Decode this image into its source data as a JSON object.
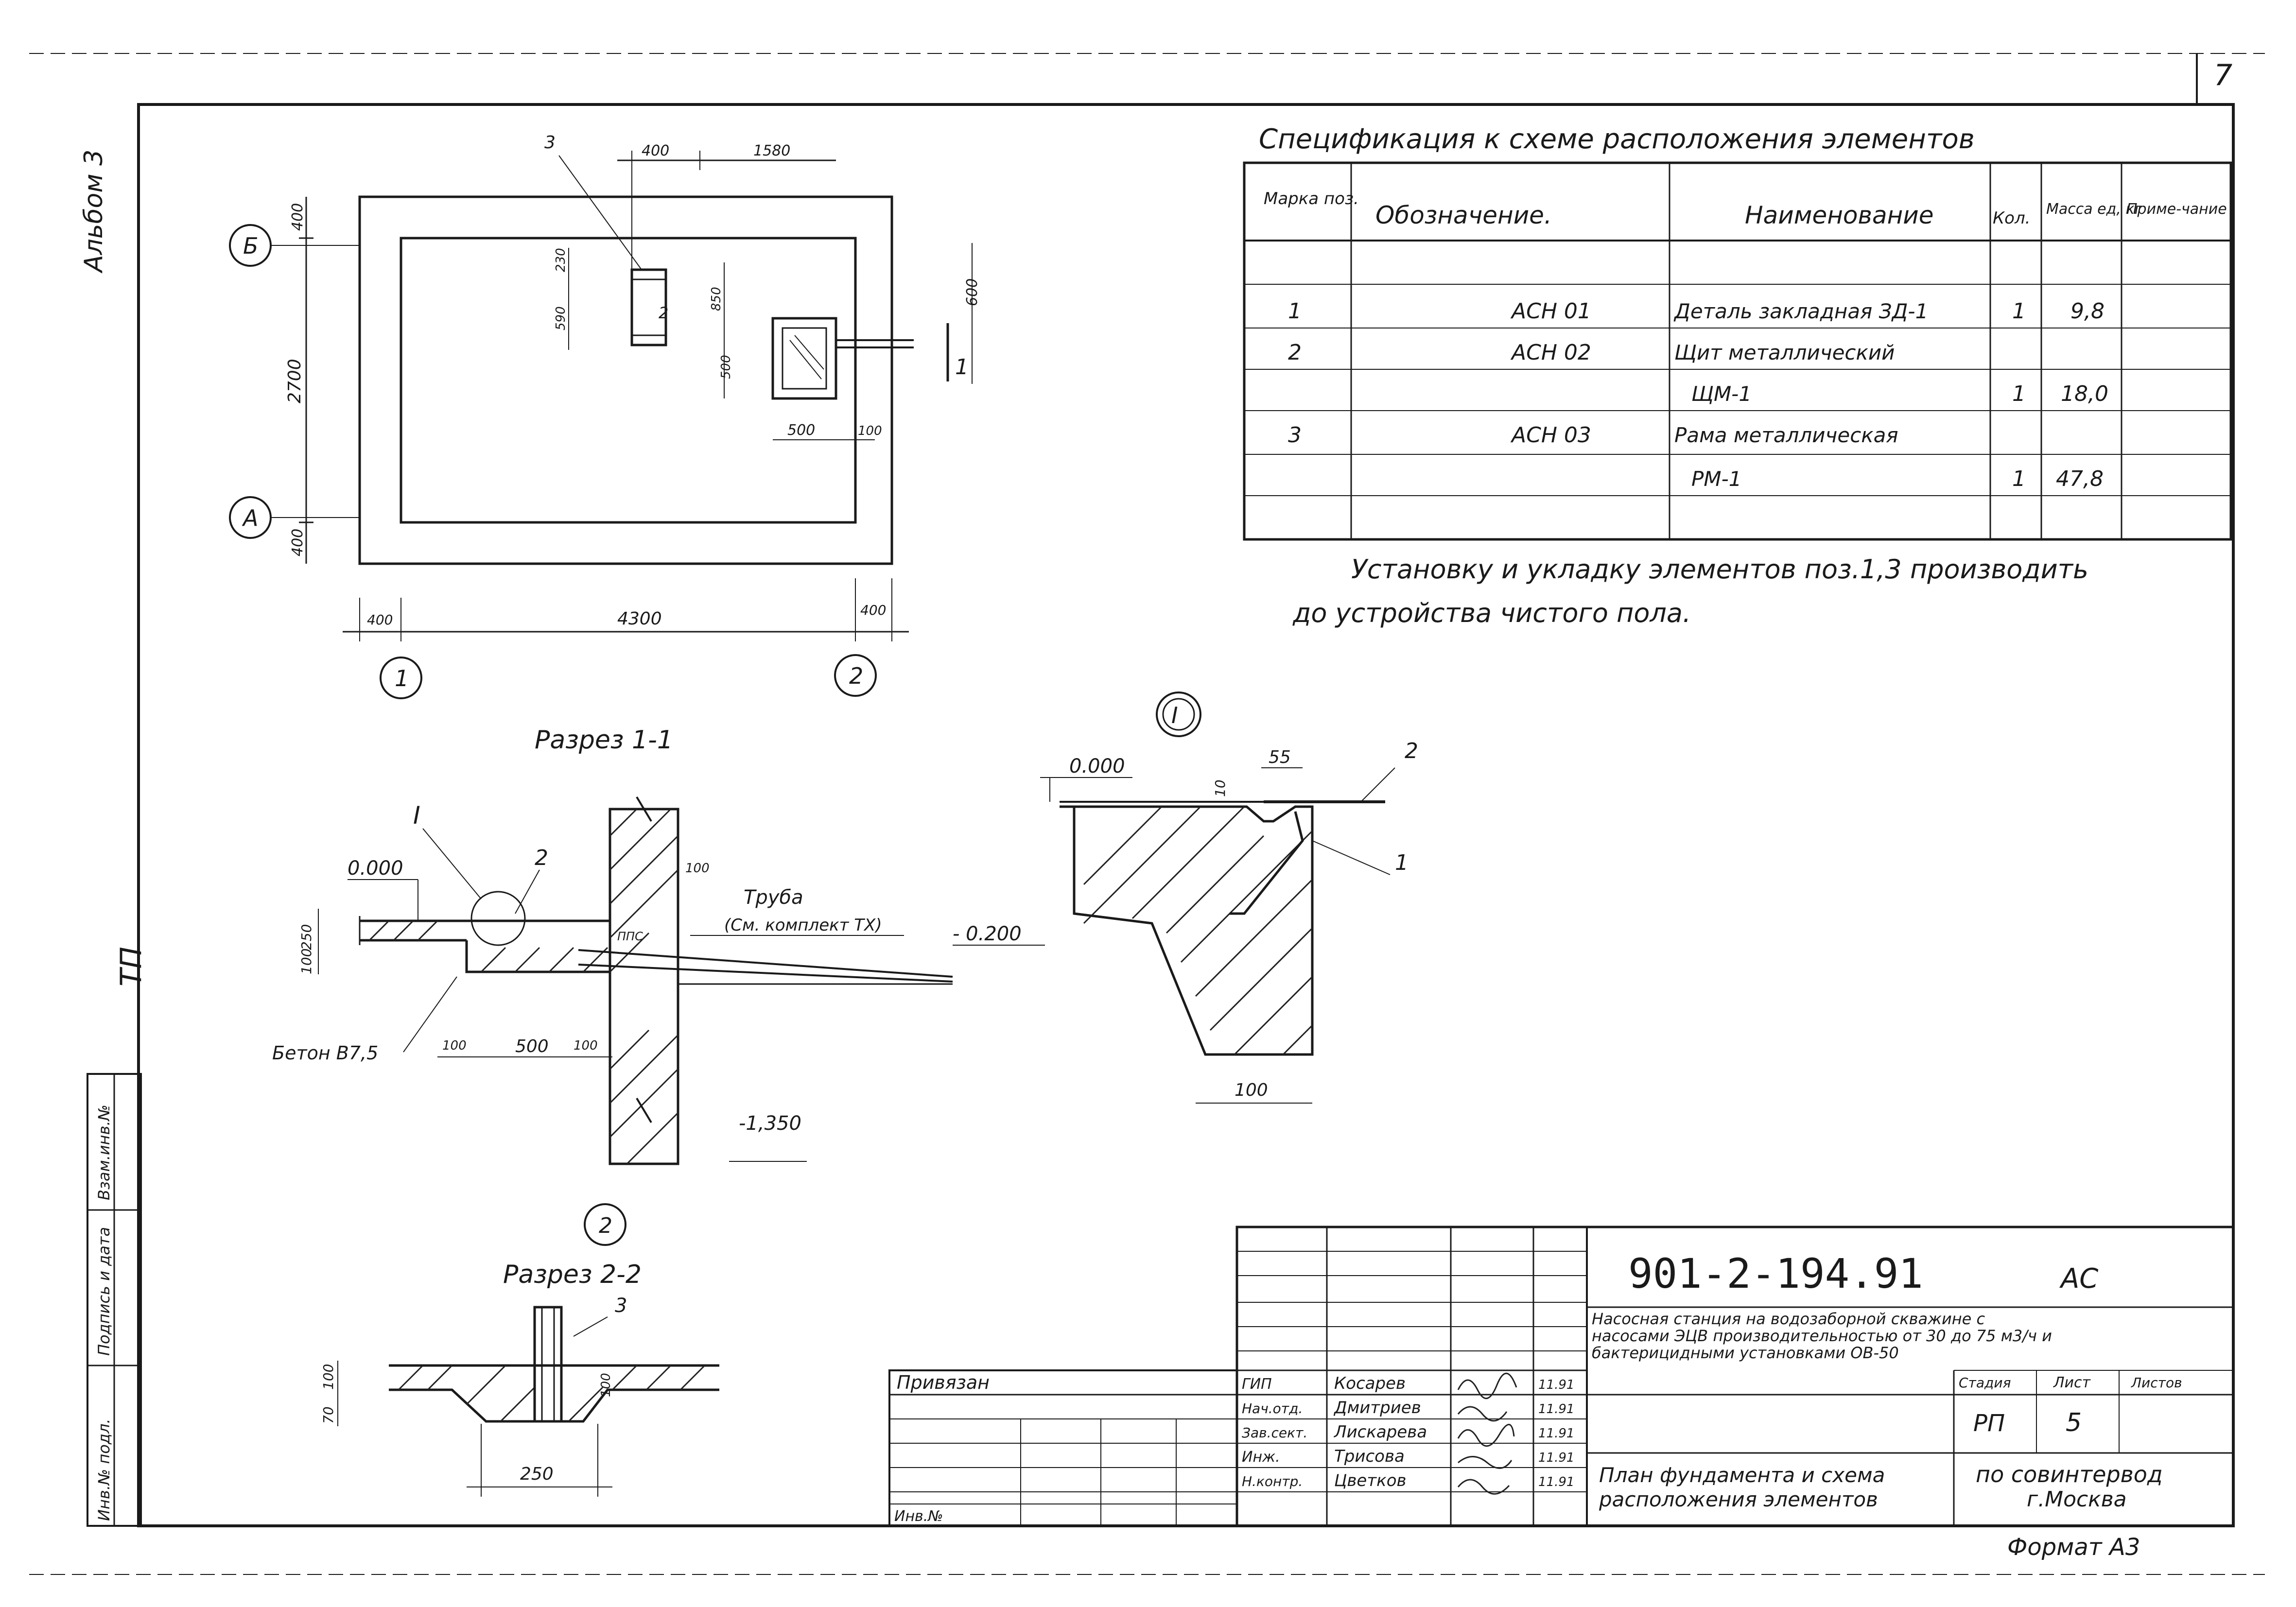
{
  "sheet": {
    "page_number": "7",
    "album_label": "Альбом 3",
    "series_label": "ТП",
    "format_label": "Формат А3"
  },
  "plan": {
    "axis_a": "А",
    "axis_b": "Б",
    "axis_1": "1",
    "axis_2": "2",
    "dim_400_top": "400",
    "dim_1580": "1580",
    "dim_400_left_top": "400",
    "dim_400_left_bottom": "400",
    "dim_2700": "2700",
    "dim_230": "230",
    "dim_590": "590",
    "dim_850": "850",
    "dim_600": "600",
    "dim_500_inner": "500",
    "dim_500_bottom": "500",
    "dim_100": "100",
    "dim_400_bl": "400",
    "dim_4300": "4300",
    "dim_400_br": "400",
    "mark_3": "3",
    "mark_2": "2",
    "section_mark": "1"
  },
  "spec": {
    "title": "Спецификация к схеме расположения элементов",
    "headers": {
      "pos": "Марка поз.",
      "designation": "Обозначение.",
      "name": "Наименование",
      "qty": "Кол.",
      "mass": "Масса ед, кг",
      "note": "Приме-чание"
    },
    "rows": [
      {
        "pos": "1",
        "designation": "АСН 01",
        "name": "Деталь закладная ЗД-1",
        "qty": "1",
        "mass": "9,8"
      },
      {
        "pos": "2",
        "designation": "АСН 02",
        "name": "Щит металлический",
        "qty": "",
        "mass": ""
      },
      {
        "pos": "",
        "designation": "",
        "name": "ЩМ-1",
        "qty": "1",
        "mass": "18,0"
      },
      {
        "pos": "3",
        "designation": "АСН 03",
        "name": "Рама металлическая",
        "qty": "",
        "mass": ""
      },
      {
        "pos": "",
        "designation": "",
        "name": "РМ-1",
        "qty": "1",
        "mass": "47,8"
      }
    ],
    "note_line1": "Установку и укладку элементов поз.1,3 производить",
    "note_line2": "до устройства чистого пола."
  },
  "section11": {
    "title": "Разрез 1-1",
    "callout": "I",
    "level_0": "0.000",
    "mark_2": "2",
    "dim_100_top": "100",
    "pipe_label": "Труба",
    "pipe_ref": "(См. комплект ТХ)",
    "level_m0200": "- 0.200",
    "dim_250": "250",
    "dim_100_left": "100",
    "concrete_label": "Бетон В7,5",
    "dim_100_a": "100",
    "dim_500": "500",
    "dim_100_b": "100",
    "level_m1350": "-1,350",
    "pps_label": "ППС"
  },
  "detail1": {
    "callout": "I",
    "level_0": "0.000",
    "dim_10": "10",
    "dim_55": "55",
    "mark_2": "2",
    "mark_1": "1",
    "dim_100": "100"
  },
  "section22": {
    "callout": "2",
    "title": "Разрез 2-2",
    "mark_3": "3",
    "dim_100": "100",
    "dim_70": "70",
    "dim_100_right": "100",
    "dim_250": "250"
  },
  "stamp": {
    "code": "901-2-194.91",
    "stage_code": "АС",
    "desc_line1": "Насосная станция на водозаборной скважине с",
    "desc_line2": "насосами ЭЦВ производительностью от 30 до 75 м3/ч и",
    "desc_line3": "бактерицидными установками ОВ-50",
    "attached": "Привязан",
    "inv": "Инв.№",
    "col_status": "Стадия",
    "col_sheet": "Лист",
    "col_sheets": "Листов",
    "status_val": "РП",
    "sheet_val": "5",
    "sheet_title_line1": "План фундамента и схема",
    "sheet_title_line2": "расположения элементов",
    "org_line1": "по совинтервод",
    "org_line2": "г.Москва",
    "roles": [
      {
        "role": "ГИП",
        "name": "Косарев",
        "date": "11.91"
      },
      {
        "role": "Нач.отд.",
        "name": "Дмитриев",
        "date": "11.91"
      },
      {
        "role": "Зав.сект.",
        "name": "Лискарева",
        "date": "11.91"
      },
      {
        "role": "Инж.",
        "name": "Трисова",
        "date": "11.91"
      },
      {
        "role": "Н.контр.",
        "name": "Цветков",
        "date": "11.91"
      }
    ]
  },
  "side_stamp": {
    "c1": "Взам.инв.№",
    "c2": "Подпись и дата",
    "c3": "Инв.№ подл."
  }
}
